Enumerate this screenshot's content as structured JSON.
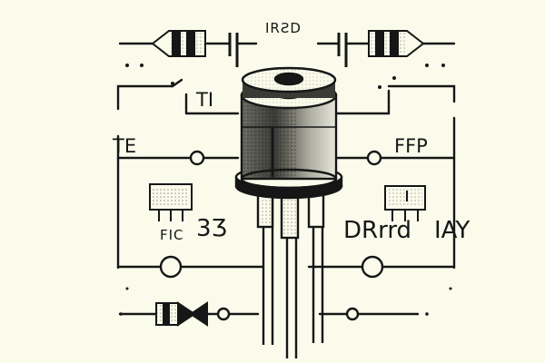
{
  "labels": {
    "top_center": "IRƧD",
    "upper_left": "TI",
    "left_mid": "TE",
    "right_mid": "FFP",
    "left_lower_a": "FIC",
    "left_lower_b": "3Ʒ",
    "right_lower_a": "DRrrd",
    "right_lower_b": "IAY"
  },
  "colors": {
    "background": "#fbfbec",
    "ink": "#161616",
    "shade": "#8a8a80"
  }
}
